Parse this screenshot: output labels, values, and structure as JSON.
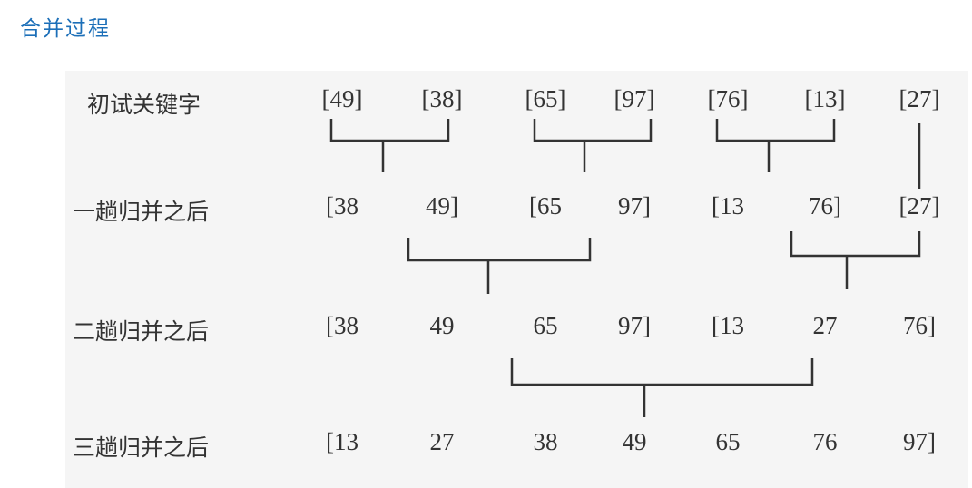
{
  "heading": "合并过程",
  "rows": [
    {
      "label": "初试关键字",
      "cells": [
        "[49]",
        "[38]",
        "[65]",
        "[97]",
        "[76]",
        "[13]",
        "[27]"
      ]
    },
    {
      "label": "一趟归并之后",
      "cells": [
        "[38",
        "49]",
        "[65",
        "97]",
        "[13",
        "76]",
        "[27]"
      ]
    },
    {
      "label": "二趟归并之后",
      "cells": [
        "[38",
        "49",
        "65",
        "97]",
        "[13",
        "27",
        "76]"
      ]
    },
    {
      "label": "三趟归并之后",
      "cells": [
        "[13",
        "27",
        "38",
        "49",
        "65",
        "76",
        "97]"
      ]
    }
  ]
}
